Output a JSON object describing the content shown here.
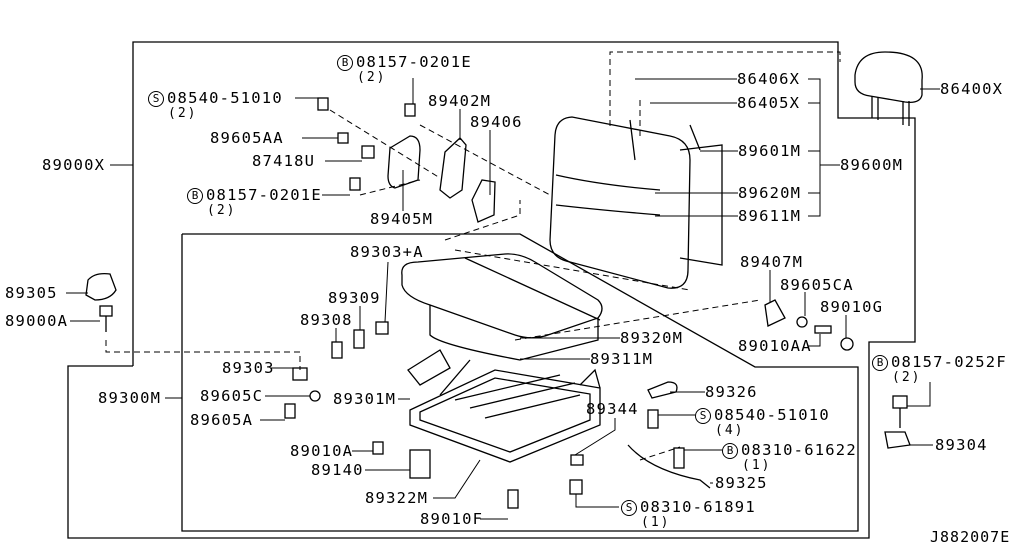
{
  "diagram_code": "J882007E",
  "labels": [
    {
      "text": "08157-0201E",
      "prefix": "B",
      "qty": "(2)"
    },
    {
      "text": "08540-51010",
      "prefix": "S",
      "qty": "(2)"
    },
    {
      "text": "89402M"
    },
    {
      "text": "89406"
    },
    {
      "text": "89605AA"
    },
    {
      "text": "87418U"
    },
    {
      "text": "08157-0201E",
      "prefix": "B",
      "qty": "(2)"
    },
    {
      "text": "89405M"
    },
    {
      "text": "86406X"
    },
    {
      "text": "86405X"
    },
    {
      "text": "86400X"
    },
    {
      "text": "89601M"
    },
    {
      "text": "89600M"
    },
    {
      "text": "89620M"
    },
    {
      "text": "89611M"
    },
    {
      "text": "89000X"
    },
    {
      "text": "89303+A"
    },
    {
      "text": "89305"
    },
    {
      "text": "89309"
    },
    {
      "text": "89000A"
    },
    {
      "text": "89308"
    },
    {
      "text": "89407M"
    },
    {
      "text": "89605CA"
    },
    {
      "text": "89010G"
    },
    {
      "text": "89320M"
    },
    {
      "text": "89010AA"
    },
    {
      "text": "89311M"
    },
    {
      "text": "08157-0252F",
      "prefix": "B",
      "qty": "(2)"
    },
    {
      "text": "89303"
    },
    {
      "text": "89300M"
    },
    {
      "text": "89605C"
    },
    {
      "text": "89301M"
    },
    {
      "text": "89326"
    },
    {
      "text": "89605A"
    },
    {
      "text": "89344"
    },
    {
      "text": "08540-51010",
      "prefix": "S",
      "qty": "(4)"
    },
    {
      "text": "89304"
    },
    {
      "text": "08310-61622",
      "prefix": "B",
      "qty": "(1)"
    },
    {
      "text": "89010A"
    },
    {
      "text": "89140"
    },
    {
      "text": "89325"
    },
    {
      "text": "89322M"
    },
    {
      "text": "08310-61891",
      "prefix": "S",
      "qty": "(1)"
    },
    {
      "text": "89010F"
    }
  ]
}
